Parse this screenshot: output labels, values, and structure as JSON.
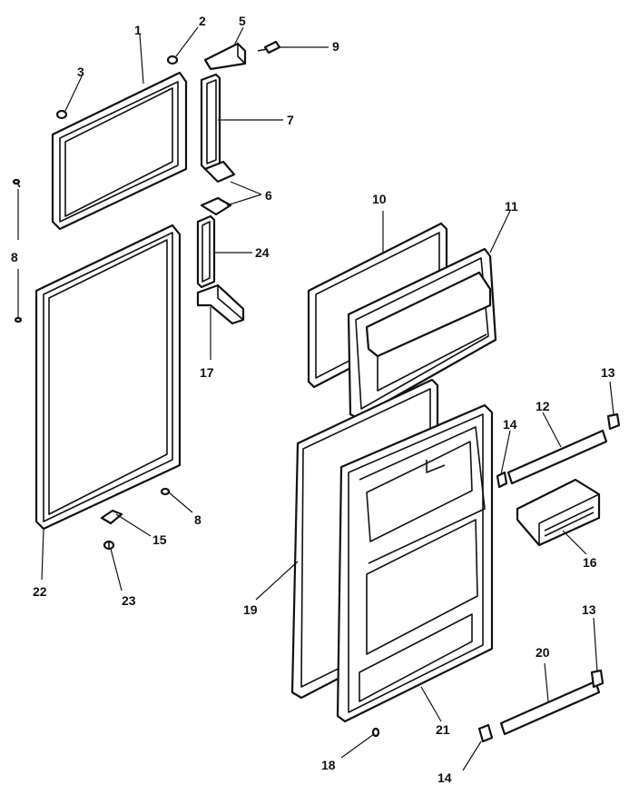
{
  "callouts": {
    "c1": "1",
    "c2": "2",
    "c3": "3",
    "c5": "5",
    "c9": "9",
    "c7": "7",
    "c6": "6",
    "c8a": "8",
    "c24": "24",
    "c17": "17",
    "c10": "10",
    "c11": "11",
    "c13a": "13",
    "c12": "12",
    "c14a": "14",
    "c16": "16",
    "c8b": "8",
    "c15": "15",
    "c22": "22",
    "c23": "23",
    "c19": "19",
    "c13b": "13",
    "c20": "20",
    "c21": "21",
    "c18": "18",
    "c14b": "14"
  }
}
